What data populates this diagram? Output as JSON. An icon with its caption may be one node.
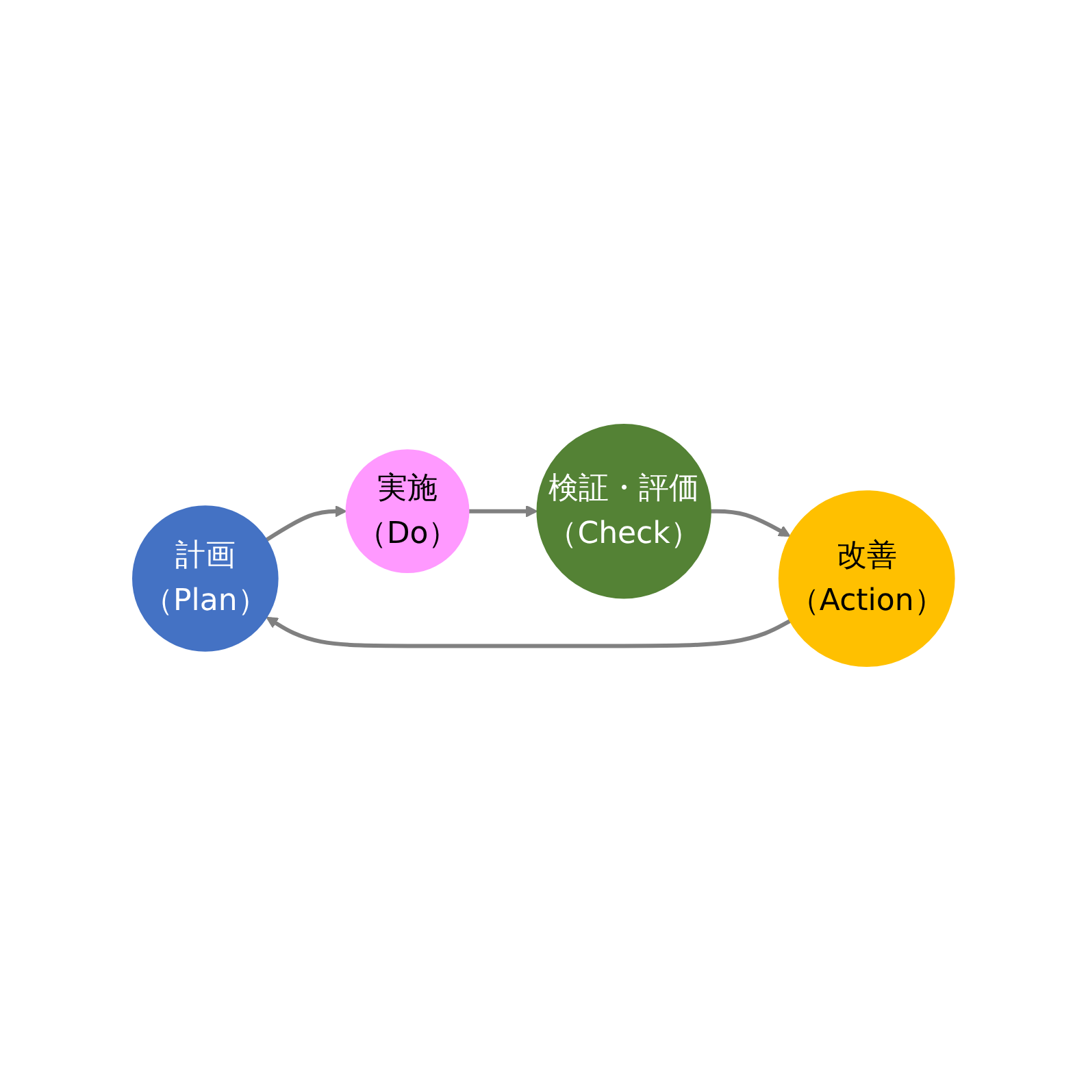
{
  "diagram": {
    "nodes": [
      {
        "text": [
          "計画",
          "（Plan）"
        ]
      },
      {
        "text": [
          "実施",
          "（Do）"
        ]
      },
      {
        "text": [
          "検証・評価",
          "（Check）"
        ]
      },
      {
        "text": [
          "改善",
          "（Action）"
        ]
      }
    ],
    "edges": [
      {
        "from": 0,
        "to": 1,
        "arrow": "to"
      },
      {
        "from": 1,
        "to": 2,
        "arrow": "to"
      },
      {
        "from": 2,
        "to": 3,
        "arrow": "to"
      },
      {
        "from": 3,
        "to": 0,
        "arrow": "to"
      }
    ]
  }
}
